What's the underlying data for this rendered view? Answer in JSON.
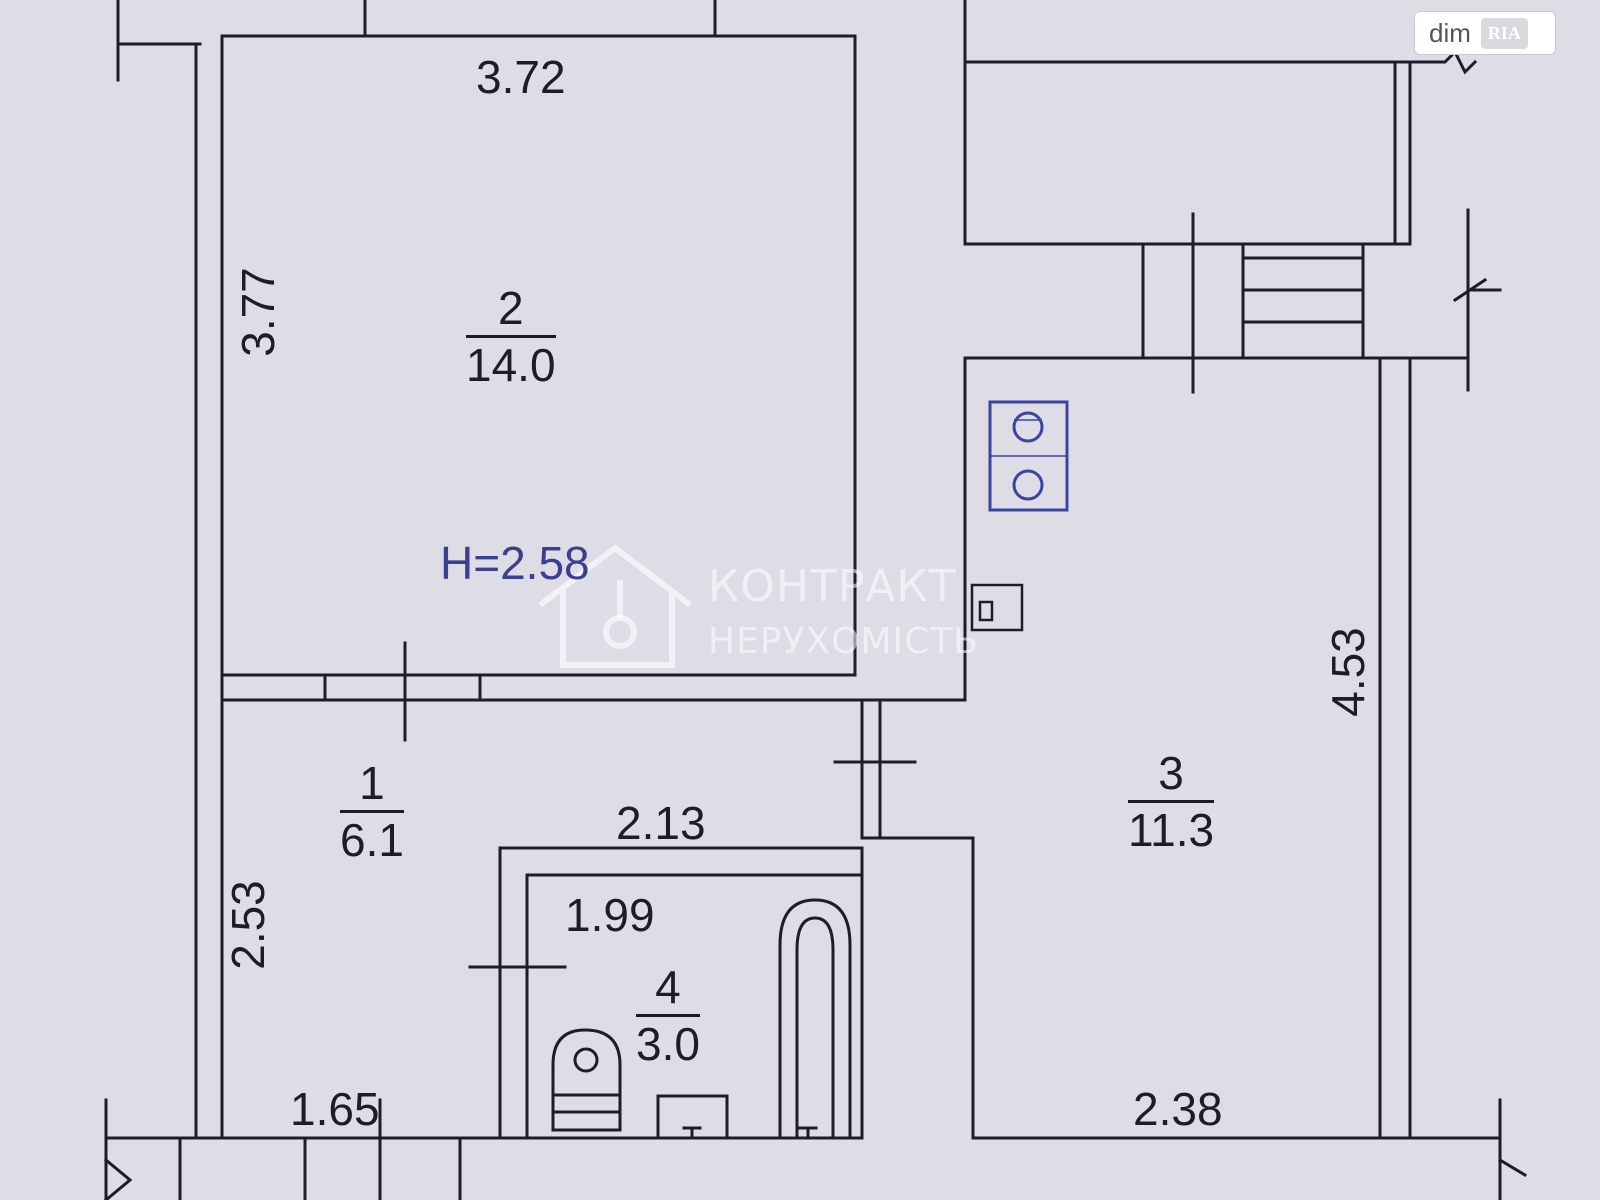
{
  "colors": {
    "wall": "#1d1d2a",
    "background": "#dedde6",
    "height_text": "#3a3f8f",
    "stove": "#3b43a3"
  },
  "dimensions": {
    "room2_width": "3.72",
    "room2_length": "3.77",
    "room3_length": "4.53",
    "room3_width": "2.38",
    "room1_width_a": "2.13",
    "room1_length": "2.53",
    "room1_width_b": "1.65",
    "room4_width": "1.99"
  },
  "rooms": [
    {
      "id": "room-1",
      "number": "1",
      "area": "6.1"
    },
    {
      "id": "room-2",
      "number": "2",
      "area": "14.0"
    },
    {
      "id": "room-3",
      "number": "3",
      "area": "11.3"
    },
    {
      "id": "room-4",
      "number": "4",
      "area": "3.0"
    }
  ],
  "ceiling_height": "H=2.58",
  "watermark": {
    "line1": "КОНТРАКТ",
    "line2": "НЕРУХОМІСТЬ"
  },
  "badge": {
    "text": "dim",
    "logo": "RIA"
  },
  "icons": [
    "stove-icon",
    "sink-icon",
    "toilet-icon",
    "bathtub-icon",
    "washbasin-icon",
    "house-key-watermark-icon"
  ]
}
